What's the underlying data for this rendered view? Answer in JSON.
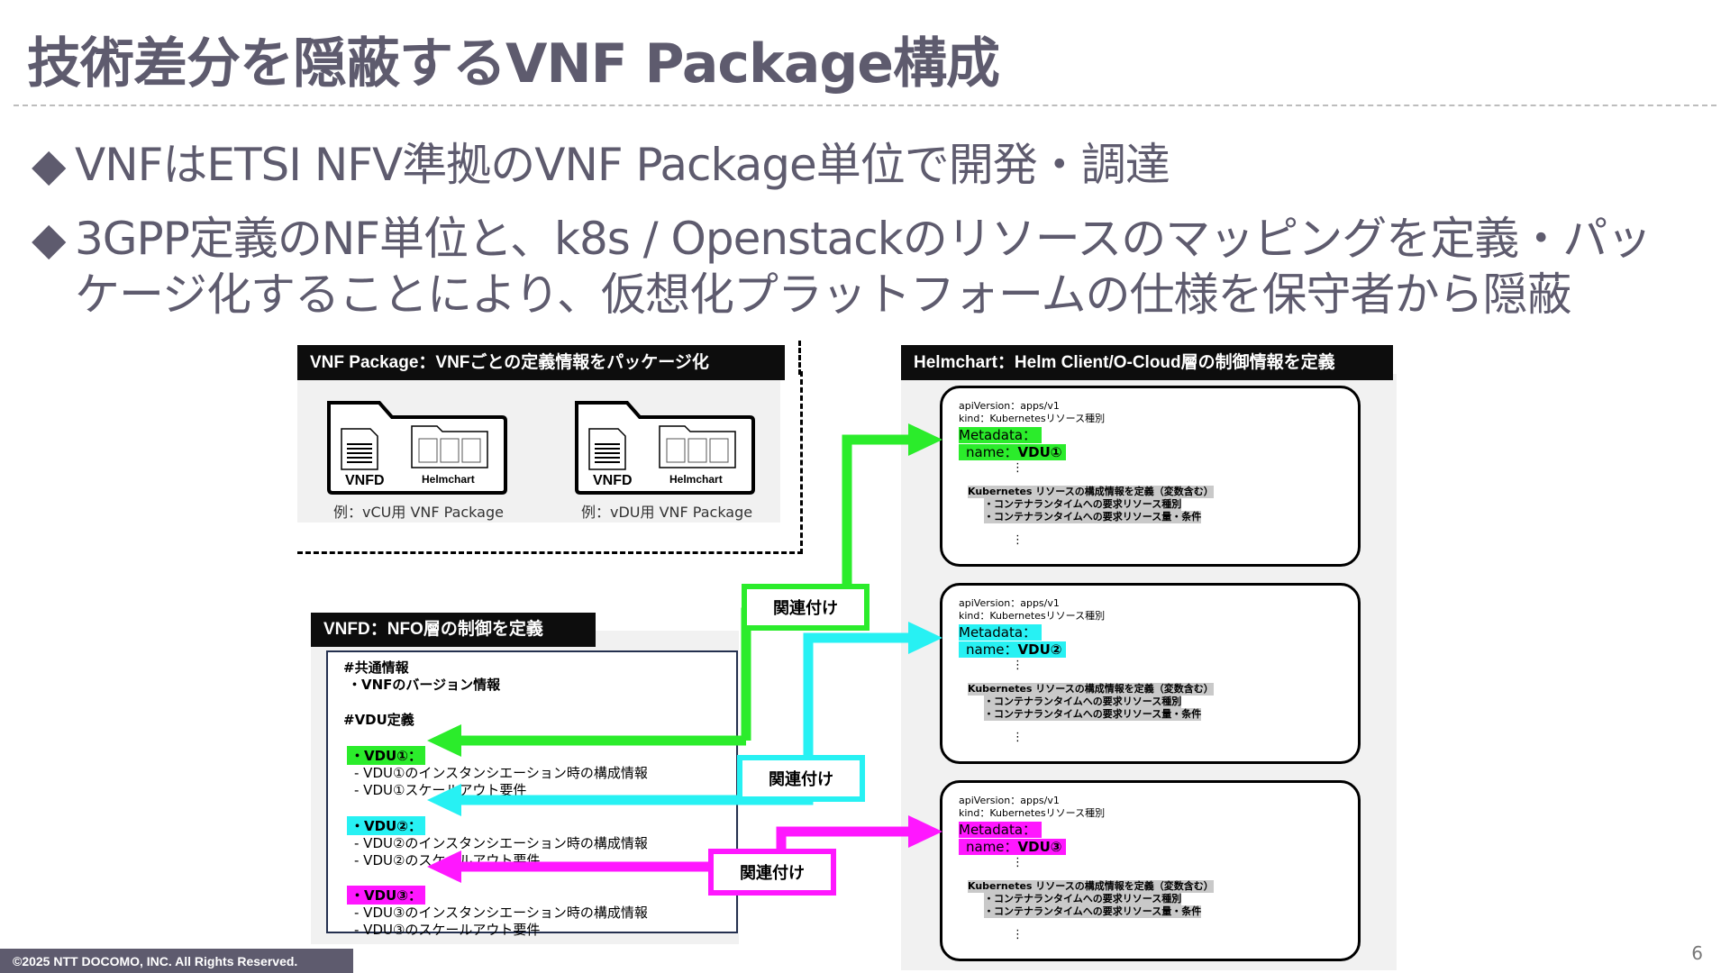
{
  "title": "技術差分を隠蔽するVNF Package構成",
  "bullets": [
    {
      "marker": "◆",
      "text": "VNFはETSI NFV準拠のVNF Package単位で開発・調達"
    },
    {
      "marker": "◆",
      "text": "3GPP定義のNF単位と、k8s / Openstackのリソースのマッピングを定義・パッ",
      "continuation": "ケージ化することにより、仮想化プラットフォームの仕様を保守者から隠蔽"
    }
  ],
  "vnf_package": {
    "header": "VNF Package：VNFごとの定義情報をパッケージ化",
    "items": [
      {
        "vnfd_label": "VNFD",
        "helm_label": "Helmchart",
        "caption": "例：vCU用 VNF Package"
      },
      {
        "vnfd_label": "VNFD",
        "helm_label": "Helmchart",
        "caption": "例：vDU用 VNF Package"
      }
    ]
  },
  "vnfd": {
    "header": "VNFD：NFO層の制御を定義",
    "common_title": "#共通情報",
    "common_item": "・VNFのバージョン情報",
    "vdu_title": "#VDU定義",
    "vdus": [
      {
        "tag": "・VDU①：",
        "line1": "- VDU①のインスタンシエーション時の構成情報",
        "line2": "- VDU①スケールアウト要件",
        "color": "#2bec2b"
      },
      {
        "tag": "・VDU②：",
        "line1": "- VDU②のインスタンシエーション時の構成情報",
        "line2": "- VDU②のスケールアウト要件",
        "color": "#27f1f3"
      },
      {
        "tag": "・VDU③：",
        "line1": "- VDU③のインスタンシエーション時の構成情報",
        "line2": "- VDU③のスケールアウト要件",
        "color": "#ff17ff"
      }
    ]
  },
  "helmchart": {
    "header": "Helmchart：Helm Client/O-Cloud層の制御情報を定義",
    "cards": [
      {
        "api": "apiVersion：apps/v1",
        "kind": "kind：Kubernetesリソース種別",
        "metadata": "Metadata：",
        "name_key": "name：",
        "name_val": "VDU①",
        "dots": "⋮",
        "res_title": "Kubernetes リソースの構成情報を定義（変数含む）",
        "res1": "・コンテナランタイムへの要求リソース種別",
        "res2": "・コンテナランタイムへの要求リソース量・条件",
        "dots2": "⋮",
        "color": "#2bec2b"
      },
      {
        "api": "apiVersion：apps/v1",
        "kind": "kind：Kubernetesリソース種別",
        "metadata": "Metadata：",
        "name_key": "name：",
        "name_val": "VDU②",
        "dots": "⋮",
        "res_title": "Kubernetes リソースの構成情報を定義（変数含む）",
        "res1": "・コンテナランタイムへの要求リソース種別",
        "res2": "・コンテナランタイムへの要求リソース量・条件",
        "dots2": "⋮",
        "color": "#27f1f3"
      },
      {
        "api": "apiVersion：apps/v1",
        "kind": "kind：Kubernetesリソース種別",
        "metadata": "Metadata：",
        "name_key": "name：",
        "name_val": "VDU③",
        "dots": "⋮",
        "res_title": "Kubernetes リソースの構成情報を定義（変数含む）",
        "res1": "・コンテナランタイムへの要求リソース種別",
        "res2": "・コンテナランタイムへの要求リソース量・条件",
        "dots2": "⋮",
        "color": "#ff17ff"
      }
    ]
  },
  "link_label": "関連付け",
  "footer": "©2025 NTT DOCOMO, INC. All Rights Reserved.",
  "page_number": "6"
}
